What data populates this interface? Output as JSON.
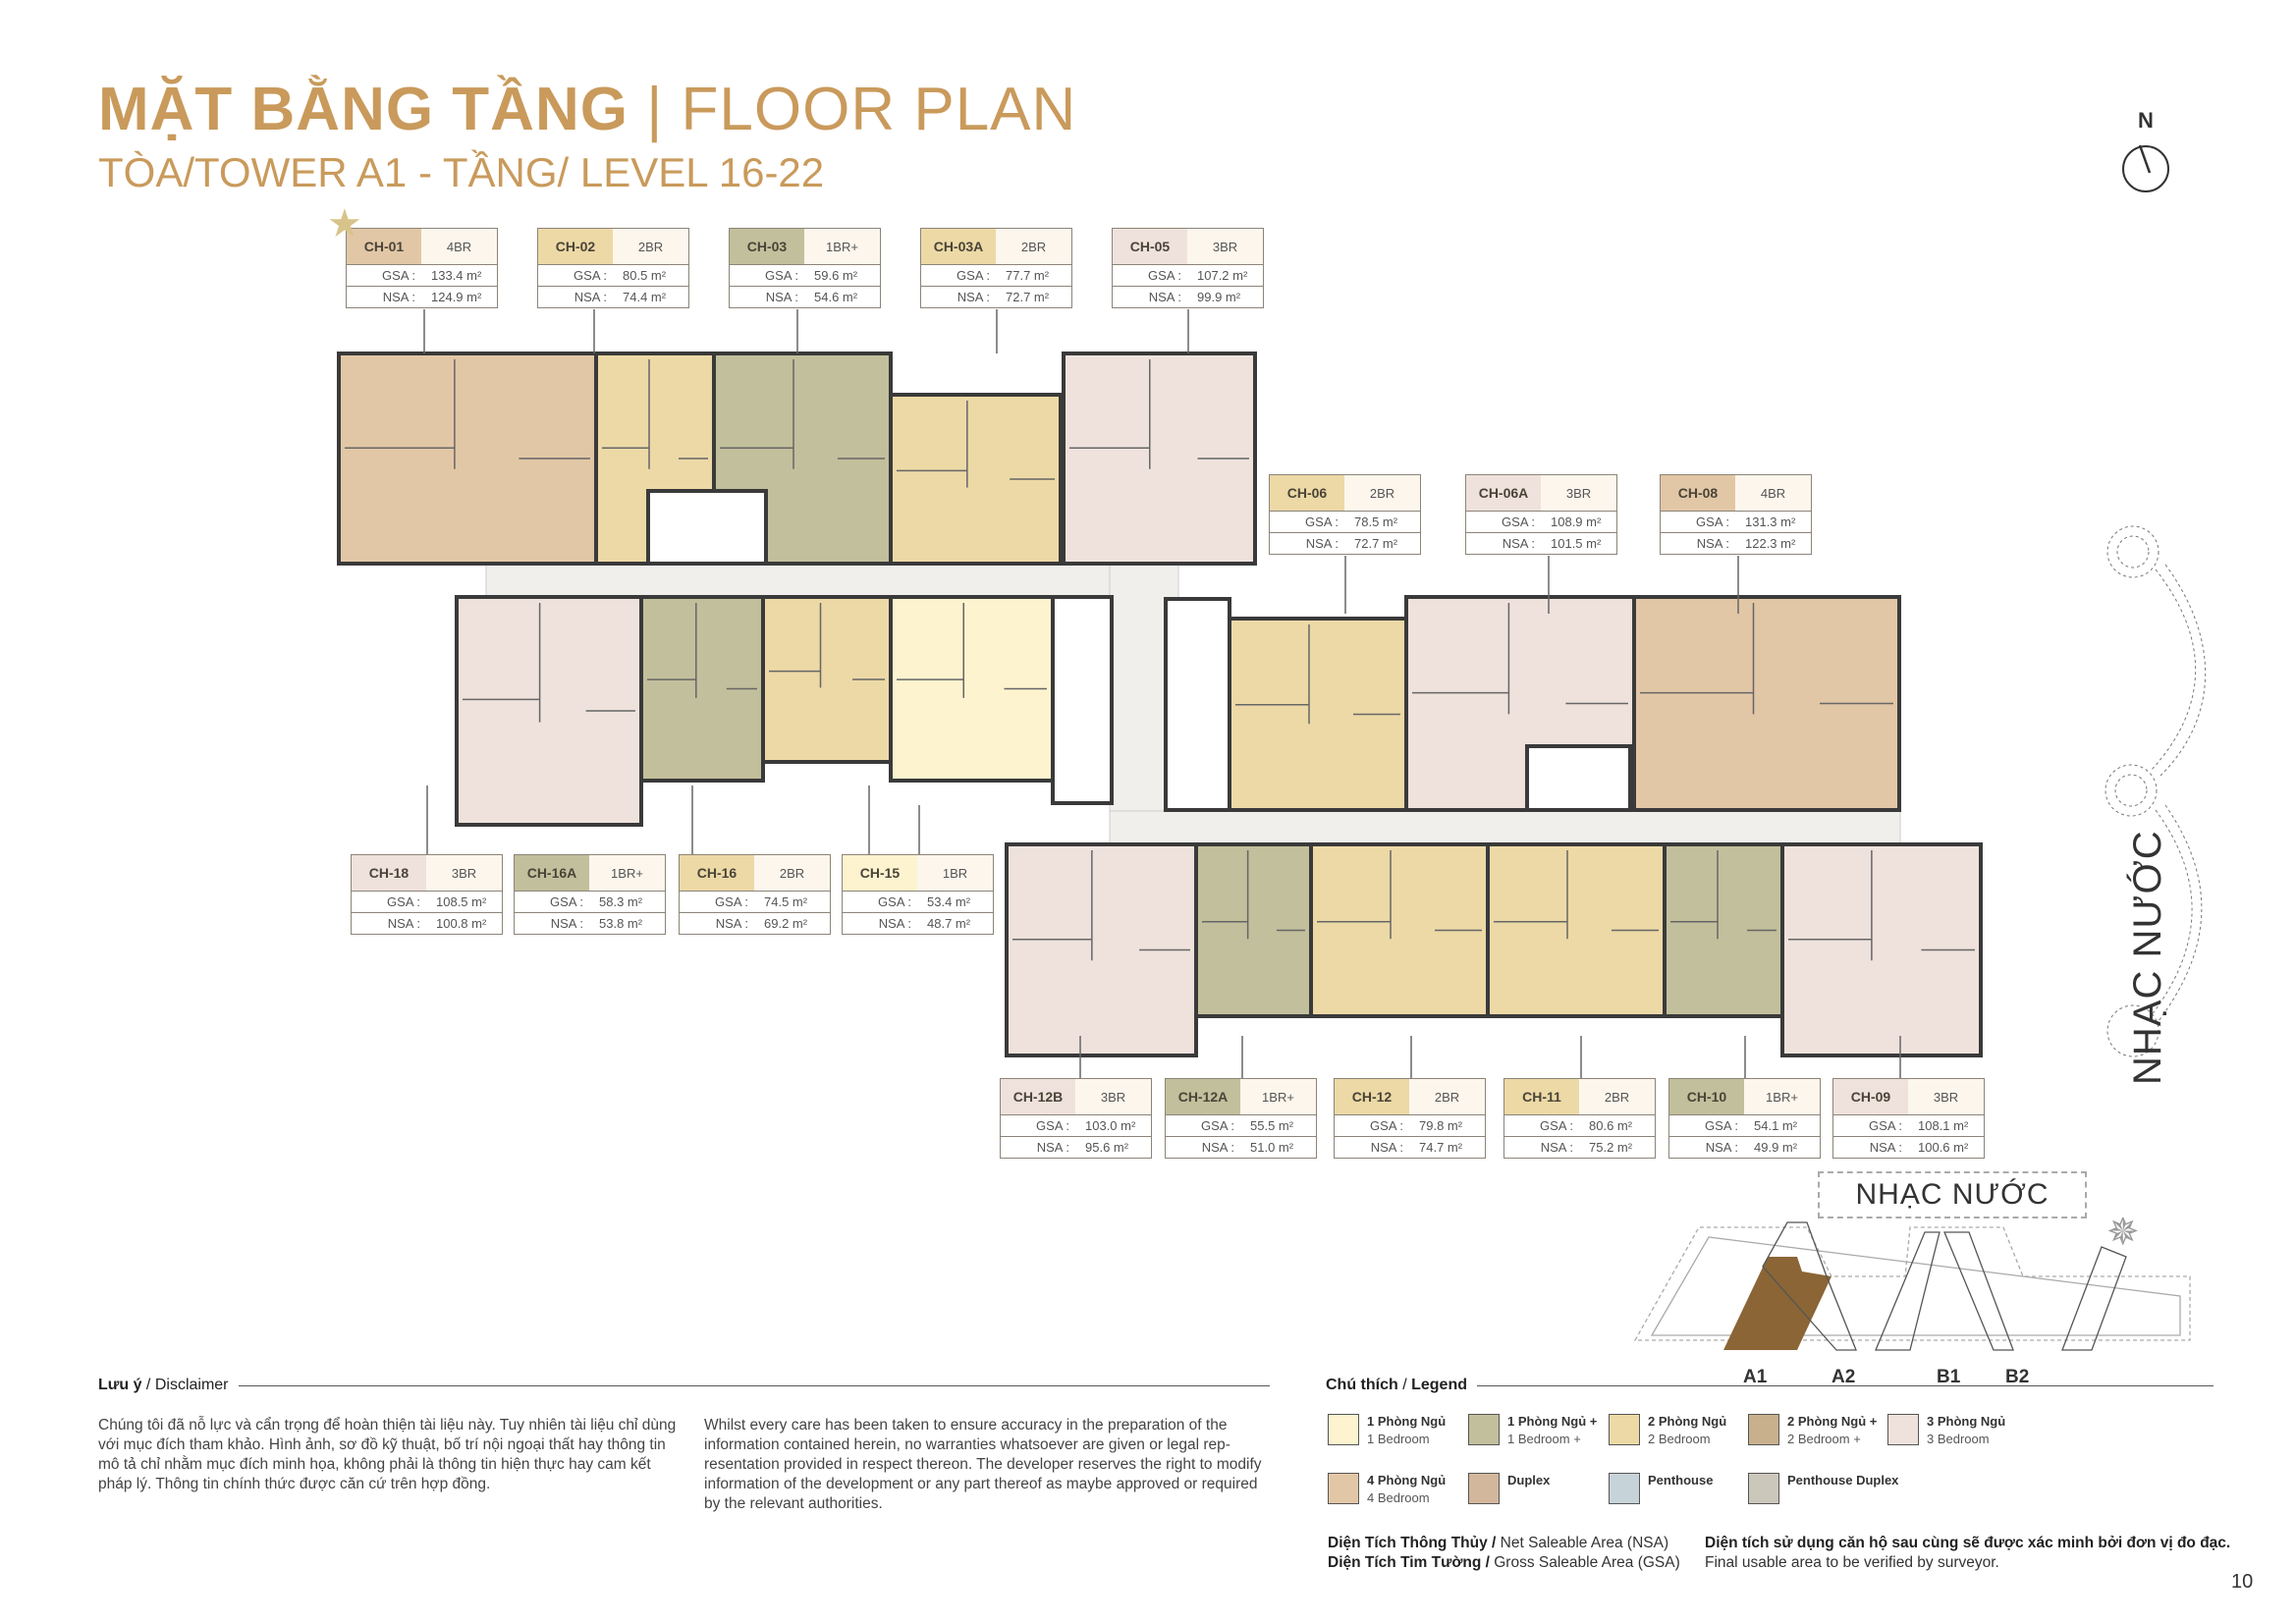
{
  "header": {
    "title_vn": "MẶT BẰNG TẦNG",
    "separator": "|",
    "title_en": "FLOOR PLAN",
    "subtitle": "TÒA/TOWER A1 - TẦNG/ LEVEL 16-22"
  },
  "compass_label": "N",
  "units": [
    {
      "id": "CH-01",
      "type": "4BR",
      "gsa": "133.4 m²",
      "nsa": "124.9 m²",
      "category": "4br"
    },
    {
      "id": "CH-02",
      "type": "2BR",
      "gsa": "80.5 m²",
      "nsa": "74.4 m²",
      "category": "2br"
    },
    {
      "id": "CH-03",
      "type": "1BR+",
      "gsa": "59.6 m²",
      "nsa": "54.6 m²",
      "category": "1brp"
    },
    {
      "id": "CH-03A",
      "type": "2BR",
      "gsa": "77.7 m²",
      "nsa": "72.7 m²",
      "category": "2br"
    },
    {
      "id": "CH-05",
      "type": "3BR",
      "gsa": "107.2 m²",
      "nsa": "99.9 m²",
      "category": "3br"
    },
    {
      "id": "CH-06",
      "type": "2BR",
      "gsa": "78.5 m²",
      "nsa": "72.7 m²",
      "category": "2br"
    },
    {
      "id": "CH-06A",
      "type": "3BR",
      "gsa": "108.9 m²",
      "nsa": "101.5 m²",
      "category": "3br"
    },
    {
      "id": "CH-08",
      "type": "4BR",
      "gsa": "131.3 m²",
      "nsa": "122.3 m²",
      "category": "4br"
    },
    {
      "id": "CH-18",
      "type": "3BR",
      "gsa": "108.5 m²",
      "nsa": "100.8 m²",
      "category": "3br"
    },
    {
      "id": "CH-16A",
      "type": "1BR+",
      "gsa": "58.3 m²",
      "nsa": "53.8 m²",
      "category": "1brp"
    },
    {
      "id": "CH-16",
      "type": "2BR",
      "gsa": "74.5 m²",
      "nsa": "69.2 m²",
      "category": "2br"
    },
    {
      "id": "CH-15",
      "type": "1BR",
      "gsa": "53.4 m²",
      "nsa": "48.7 m²",
      "category": "1br"
    },
    {
      "id": "CH-12B",
      "type": "3BR",
      "gsa": "103.0 m²",
      "nsa": "95.6 m²",
      "category": "3br"
    },
    {
      "id": "CH-12A",
      "type": "1BR+",
      "gsa": "55.5 m²",
      "nsa": "51.0 m²",
      "category": "1brp"
    },
    {
      "id": "CH-12",
      "type": "2BR",
      "gsa": "79.8 m²",
      "nsa": "74.7 m²",
      "category": "2br"
    },
    {
      "id": "CH-11",
      "type": "2BR",
      "gsa": "80.6 m²",
      "nsa": "75.2 m²",
      "category": "2br"
    },
    {
      "id": "CH-10",
      "type": "1BR+",
      "gsa": "54.1 m²",
      "nsa": "49.9 m²",
      "category": "1brp"
    },
    {
      "id": "CH-09",
      "type": "3BR",
      "gsa": "108.1 m²",
      "nsa": "100.6 m²",
      "category": "3br"
    }
  ],
  "labels": {
    "gsa": "GSA :",
    "nsa": "NSA :"
  },
  "landmark": {
    "vertical": "NHẠC NƯỚC",
    "box": "NHẠC NƯỚC"
  },
  "site_map": {
    "towers": [
      "A1",
      "A2",
      "B1",
      "B2"
    ],
    "highlight": "A1",
    "highlight_color": "#8b6536"
  },
  "disclaimer": {
    "heading_vn": "Lưu ý",
    "heading_en": "Disclaimer",
    "text_vn": "Chúng tôi đã nỗ lực và cẩn trọng để hoàn thiện tài liệu này. Tuy nhiên tài liệu chỉ dùng với mục đích tham khảo. Hình ảnh, sơ đồ kỹ thuật, bố trí nội ngoại thất hay thông tin mô tả chỉ nhằm mục đích minh họa, không phải là thông tin hiện thực hay cam kết pháp lý. Thông tin chính thức được căn cứ trên hợp đồng.",
    "text_en": "Whilst every care has been taken to ensure accuracy in the preparation of the information contained herein, no warranties whatsoever are given or legal rep-resentation provided in respect thereon. The developer reserves the right to modify information of the development or any part thereof as maybe approved or required by the relevant authorities."
  },
  "legend": {
    "heading_vn": "Chú thích",
    "heading_en": "Legend",
    "items": [
      {
        "key": "1br",
        "vn": "1 Phòng Ngủ",
        "en": "1 Bedroom",
        "color": "#fdf3cf"
      },
      {
        "key": "1brp",
        "vn": "1 Phòng Ngủ +",
        "en": "1 Bedroom +",
        "color": "#c2bf9c"
      },
      {
        "key": "2br",
        "vn": "2 Phòng Ngủ",
        "en": "2 Bedroom",
        "color": "#ecd9a6"
      },
      {
        "key": "2brp",
        "vn": "2 Phòng Ngủ +",
        "en": "2 Bedroom +",
        "color": "#c8b08c"
      },
      {
        "key": "3br",
        "vn": "3 Phòng Ngủ",
        "en": "3 Bedroom",
        "color": "#efe2dc"
      },
      {
        "key": "4br",
        "vn": "4 Phòng Ngủ",
        "en": "4 Bedroom",
        "color": "#e2c7a6"
      },
      {
        "key": "duplex",
        "vn": "Duplex",
        "en": "",
        "color": "#d3b79c"
      },
      {
        "key": "penthouse",
        "vn": "Penthouse",
        "en": "",
        "color": "#c6d3d8"
      },
      {
        "key": "ph_duplex",
        "vn": "Penthouse Duplex",
        "en": "",
        "color": "#ccc7bb"
      }
    ]
  },
  "area_notes": {
    "nsa_vn": "Diện Tích Thông Thủy /",
    "nsa_en": "Net Saleable Area (NSA)",
    "gsa_vn": "Diện Tích Tim Tường /",
    "gsa_en": "Gross Saleable Area (GSA)",
    "verify_vn": "Diện tích sử dụng căn hộ sau cùng sẽ được xác minh bởi đơn vị đo đạc.",
    "verify_en": "Final usable area to be verified by surveyor."
  },
  "page_number": "10",
  "colors": {
    "accent": "#c99a5b",
    "wall": "#3a3a3a",
    "corridor": "#f1efec"
  }
}
